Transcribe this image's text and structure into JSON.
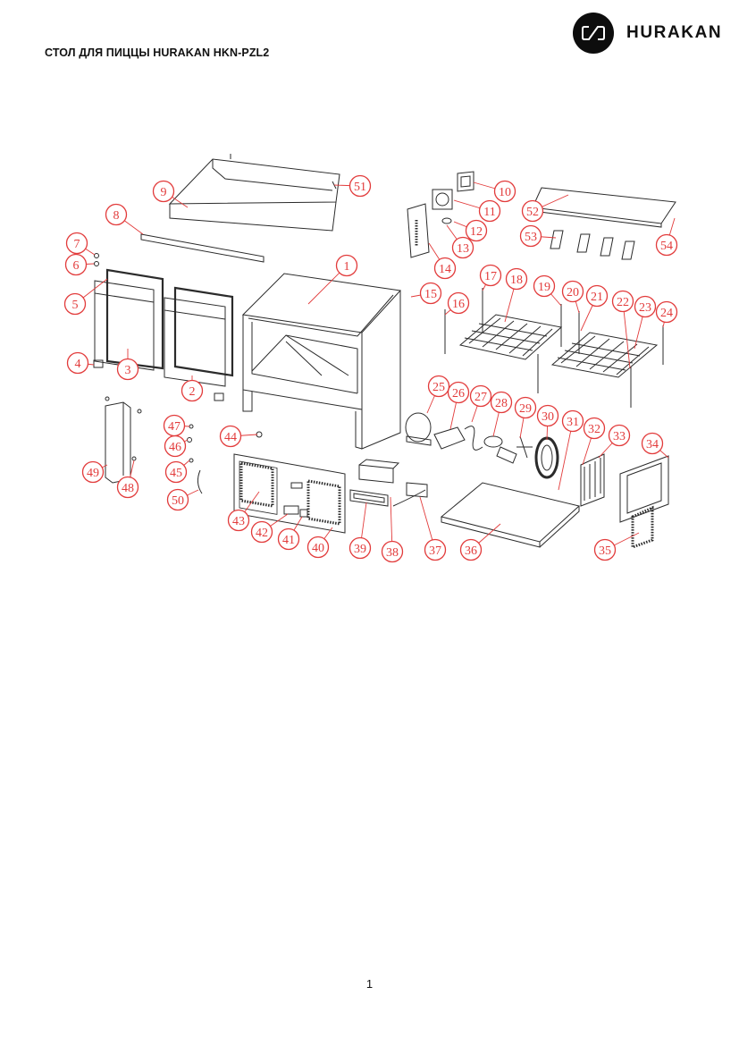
{
  "header": {
    "title": "СТОЛ ДЛЯ ПИЦЦЫ HURAKAN HKN-PZL2",
    "brand": "HURAKAN"
  },
  "diagram": {
    "callout_color": "#e23b3b",
    "line_color": "#2b2b2b",
    "callouts": [
      "1",
      "2",
      "3",
      "4",
      "5",
      "6",
      "7",
      "8",
      "9",
      "10",
      "11",
      "12",
      "13",
      "14",
      "15",
      "16",
      "17",
      "18",
      "19",
      "20",
      "21",
      "22",
      "23",
      "24",
      "25",
      "26",
      "27",
      "28",
      "29",
      "30",
      "31",
      "32",
      "33",
      "34",
      "35",
      "36",
      "37",
      "38",
      "39",
      "40",
      "41",
      "42",
      "43",
      "44",
      "45",
      "46",
      "47",
      "48",
      "49",
      "50",
      "51",
      "52",
      "53",
      "54"
    ]
  },
  "footer": {
    "page_number": "1"
  }
}
